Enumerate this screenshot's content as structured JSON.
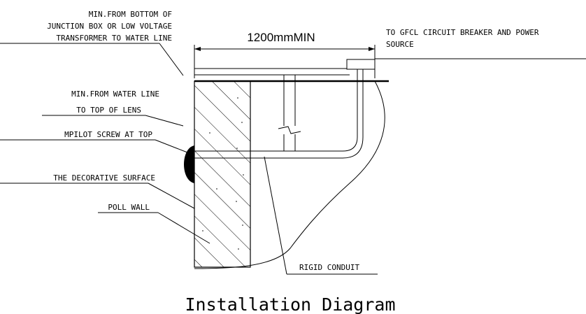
{
  "labels": {
    "junction_line1": "MIN.FROM BOTTOM OF",
    "junction_line2": "JUNCTION BOX OR LOW VOLTAGE",
    "junction_line3": "TRANSFORMER TO WATER LINE",
    "lens_line1": "MIN.FROM WATER LINE",
    "lens_line2": "TO TOP OF LENS",
    "pilot_screw": "MPILOT SCREW AT TOP",
    "decorative_surface": "THE DECORATIVE SURFACE",
    "pool_wall": "POLL WALL",
    "gfcl_line1": "TO GFCL CIRCUIT BREAKER AND POWER",
    "gfcl_line2": "SOURCE",
    "rigid_conduit": "RIGID CONDUIT"
  },
  "dimension": "1200mmMIN",
  "caption": "Installation Diagram"
}
